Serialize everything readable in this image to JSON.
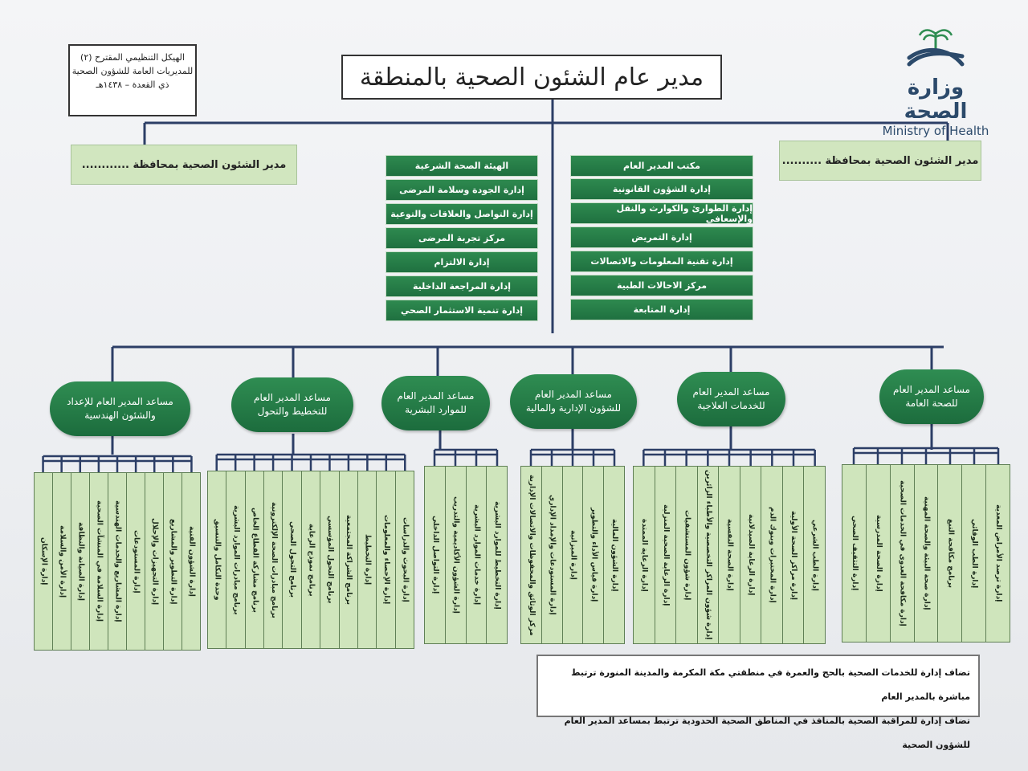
{
  "title": "مدير عام الشئون الصحية بالمنطقة",
  "note": {
    "line1": "الهيكل التنظيمي المقترح (٢)",
    "line2": "للمديريات العامة للشؤون الصحية",
    "line3": "ذي القعدة – ١٤٣٨هـ"
  },
  "logo": {
    "arabic": "وزارة الصحة",
    "english": "Ministry of Health"
  },
  "gov_left": "مدير الشئون الصحية بمحافظة ............",
  "gov_right": "مدير الشئون الصحية بمحافظة ..........",
  "offices_right": [
    "مكتب المدير العام",
    "إدارة الشؤون القانونية",
    "إدارة الطوارئ والكوارث والنقل والإسعافي",
    "إدارة التمريض",
    "إدارة تقنية المعلومات والاتصالات",
    "مركز الاحالات الطبية",
    "إدارة المتابعة"
  ],
  "offices_left": [
    "الهيئة الصحة الشرعية",
    "إدارة الجودة وسلامة المرضى",
    "إدارة التواصل والعلاقات والتوعية",
    "مركز تجربة المرضى",
    "إدارة الالتزام",
    "إدارة المراجعة الداخلية",
    "إدارة تنمية الاستثمار الصحي"
  ],
  "assistants": [
    {
      "line1": "مساعد المدير العام",
      "line2": "للصحة العامة"
    },
    {
      "line1": "مساعد المدير العام",
      "line2": "للخدمات العلاجية"
    },
    {
      "line1": "مساعد المدير العام",
      "line2": "للشؤون الإدارية والمالية"
    },
    {
      "line1": "مساعد المدير العام",
      "line2": "للموارد البشرية"
    },
    {
      "line1": "مساعد المدير العام",
      "line2": "للتخطيط والتحول"
    },
    {
      "line1": "مساعد المدير العام للإعداد",
      "line2": "والشئون الهندسية"
    }
  ],
  "dept_groups": [
    [
      "إدارة ترصد الأمراض المعدية",
      "إدارة الطب الوقائي",
      "برنامج مكافحة التبغ",
      "إدارة صحة البيئة والصحة المهنية",
      "إدارة مكافحة العدوى في الخدمات الصحية",
      "إدارة الصحة المدرسية",
      "إدارة التثقيف الصحي"
    ],
    [
      "إدارة الطب الشرعي",
      "إدارة مراكز الصحة الأولية",
      "إدارة المختبرات وبنوك الدم",
      "إدارة الرعاية الصيدلانية",
      "إدارة الصحة النفسية",
      "إدارة شؤون المراكز التخصصية والأطباء الزائرين",
      "إدارة شؤون المستشفيات",
      "إدارة الرعاية الصحية المنزلية",
      "إدارة الرعاية الممتدة"
    ],
    [
      "إدارة الشؤون المالية",
      "إدارة قياس الأداء والتطوير",
      "إدارة الميزانية",
      "إدارة المستودعات والإمداد الإداري",
      "مركز الوثائق والمحفوظات والاتصالات الإدارية"
    ],
    [
      "إدارة التخطيط للموارد البشرية",
      "إدارة خدمات الموارد البشرية",
      "إدارة الشؤون الأكاديمية والتدريب",
      "إدارة التواصل الداخلي"
    ],
    [
      "إدارة البحوث والدراسات",
      "إدارة الإحصاء والمعلومات",
      "إدارة التخطيط",
      "برنامج الشراكة المجتمعية",
      "برنامج التحول المؤسسي",
      "برنامج نموذج الرعاية",
      "برنامج التحول الصحي",
      "برنامج مبادرات الصحة الإلكترونية",
      "برنامج مشاركة القطاع الخاص",
      "برنامج مبادرات الموارد البشرية",
      "وحدة التكامل والتنسيق"
    ],
    [
      "إدارة الشؤون الفنية",
      "إدارة التطوير والمشاريع",
      "إدارة التجهيزات والإحلال",
      "إدارة المستودعات",
      "إدارة المشاريع والخدمات الهندسية",
      "إدارة السلامة في المنشآت الصحية",
      "إدارة الصيانة والنظافة",
      "إدارة الأمن والسلامة",
      "إدارة الإسكان"
    ]
  ],
  "footer": {
    "line1": "تضاف إدارة للخدمات الصحية بالحج والعمرة في منطقتي مكة المكرمة والمدينة المنورة ترتبط مباشرة بالمدير العام",
    "line2": "تضاف إدارة للمراقبة الصحية بالمنافذ في المناطق الصحية الحدودية ترتبط بمساعد المدير العام للشؤون الصحية"
  }
}
